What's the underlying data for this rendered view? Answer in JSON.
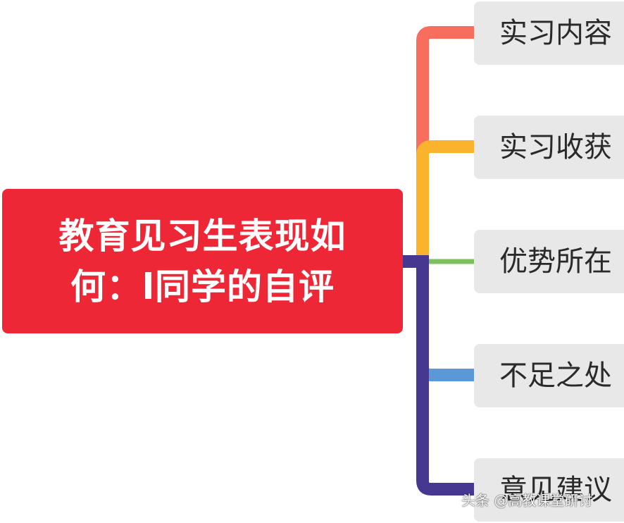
{
  "root": {
    "title_line1": "教育见习生表现如",
    "title_line2": "何：l同学的自评",
    "color": "#ee2737"
  },
  "branches": [
    {
      "label": "实习内容",
      "color": "#f86e5e"
    },
    {
      "label": "实习收获",
      "color": "#fbb32e"
    },
    {
      "label": "优势所在",
      "color": "#7cc05d"
    },
    {
      "label": "不足之处",
      "color": "#5a98d8"
    },
    {
      "label": "意见建议",
      "color": "#463891"
    }
  ],
  "watermark": "头条 @高教课堂研讨"
}
